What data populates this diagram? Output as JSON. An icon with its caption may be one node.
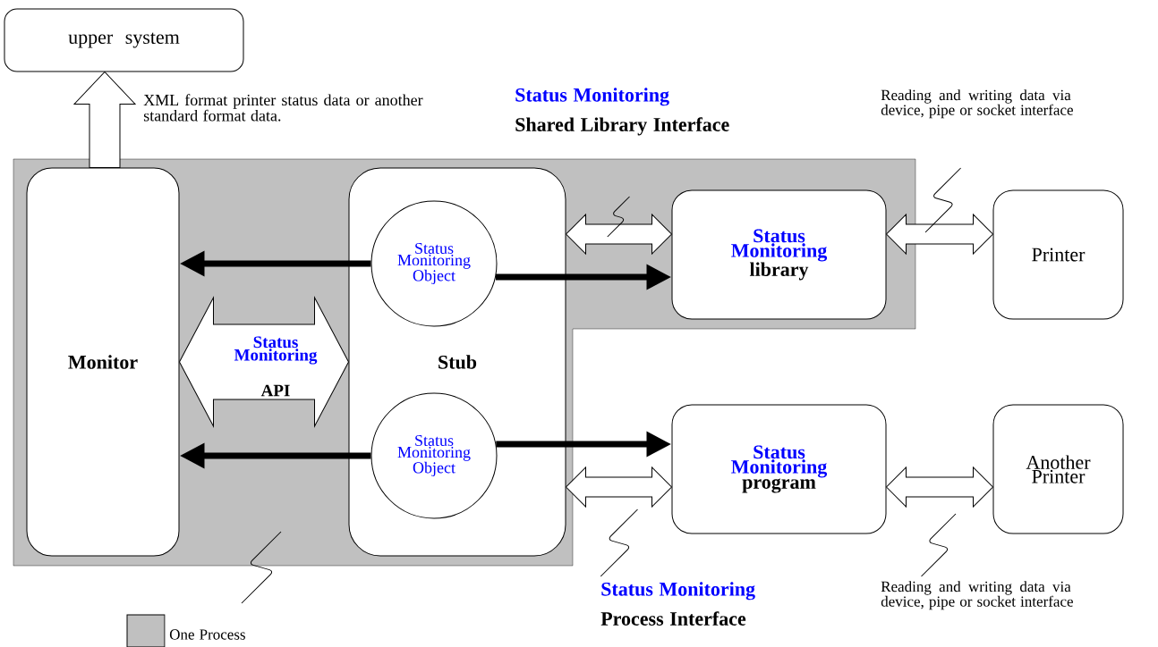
{
  "diagram": {
    "nodes": [
      {
        "text": [
          "upper system"
        ]
      },
      {
        "text": [],
        "shape": "box"
      },
      {
        "text": [
          "Monitor"
        ],
        "in": 1
      },
      {
        "text": [
          "Stub"
        ],
        "in": 1
      },
      {
        "text": [
          "Status Monitoring Object"
        ],
        "in": 3
      },
      {
        "text": [
          "Status Monitoring Object"
        ],
        "in": 3
      },
      {
        "text": [
          "Status Monitoring",
          "library"
        ],
        "in": 1
      },
      {
        "text": [
          "Printer"
        ]
      },
      {
        "text": [
          "Status Monitoring",
          "program"
        ]
      },
      {
        "text": [
          "Another Printer"
        ]
      }
    ],
    "edges": [
      {
        "from": 2,
        "to": 0,
        "arrow": "to",
        "label": "XML format printer status data or another standard format data."
      },
      {
        "from": 2,
        "to": 3,
        "arrow": "both"
      },
      {
        "from": 4,
        "to": 2,
        "arrow": "to"
      },
      {
        "from": 4,
        "to": 6,
        "arrow": "to"
      },
      {
        "from": 5,
        "to": 2,
        "arrow": "to"
      },
      {
        "from": 5,
        "to": 8,
        "arrow": "to"
      },
      {
        "from": 3,
        "to": 6,
        "arrow": "both"
      },
      {
        "from": 3,
        "to": 8,
        "arrow": "both"
      },
      {
        "from": 6,
        "to": 7,
        "arrow": "both"
      },
      {
        "from": 8,
        "to": 9,
        "arrow": "both"
      }
    ],
    "labels": [
      "Status Monitoring",
      "Shared Library Interface",
      "Reading and writing data via device, pipe or socket interface",
      "Status Monitoring",
      "API",
      "Status Monitoring",
      "Process Interface",
      "Reading and writing data via device, pipe or socket interface"
    ],
    "legend": [
      {
        "text": "One Process",
        "color": "#c0c0c0"
      }
    ]
  }
}
